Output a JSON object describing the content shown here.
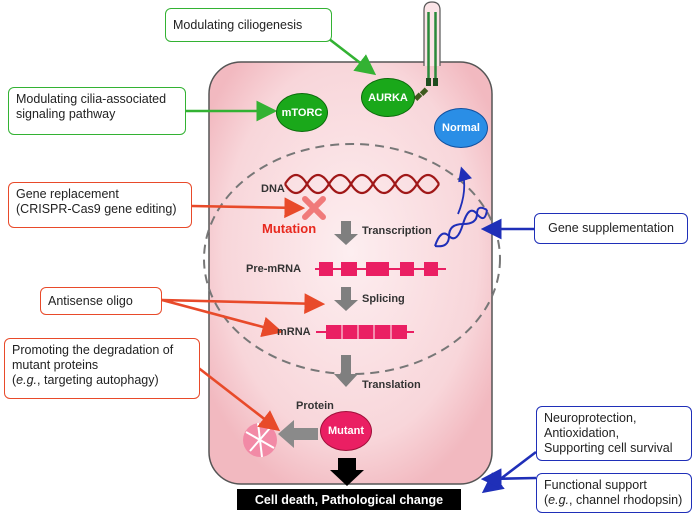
{
  "cell": {
    "organelles": {
      "mtorc": "mTORC",
      "aurka": "AURKA",
      "normal": "Normal",
      "mutant": "Mutant"
    },
    "process_labels": {
      "dna": "DNA",
      "mutation": "Mutation",
      "transcription": "Transcription",
      "pre_mrna": "Pre-mRNA",
      "splicing": "Splicing",
      "mrna": "mRNA",
      "translation": "Translation",
      "protein": "Protein"
    }
  },
  "outcome": {
    "label": "Cell death, Pathological change"
  },
  "strategies": {
    "ciliogenesis": "Modulating ciliogenesis",
    "cilia_signaling": [
      "Modulating cilia-associated",
      "signaling pathway"
    ],
    "gene_replacement": [
      "Gene replacement",
      "(CRISPR-Cas9 gene editing)"
    ],
    "antisense": "Antisense oligo",
    "degradation": [
      "Promoting the degradation of",
      "mutant proteins",
      "(",
      "e.g.",
      ", targeting autophagy)"
    ],
    "gene_supplementation": "Gene supplementation",
    "neuroprotection": [
      "Neuroprotection,",
      "Antioxidation,",
      "Supporting cell survival"
    ],
    "functional_support": [
      "Functional support",
      "(",
      "e.g.",
      ", channel rhodopsin)"
    ]
  },
  "colors": {
    "cell_fill": "#f8d3d7",
    "green": "#33b233",
    "red": "#e84a2a",
    "blue": "#1f2fb8",
    "magenta": "#ea1f63",
    "dna": "#a01818"
  }
}
